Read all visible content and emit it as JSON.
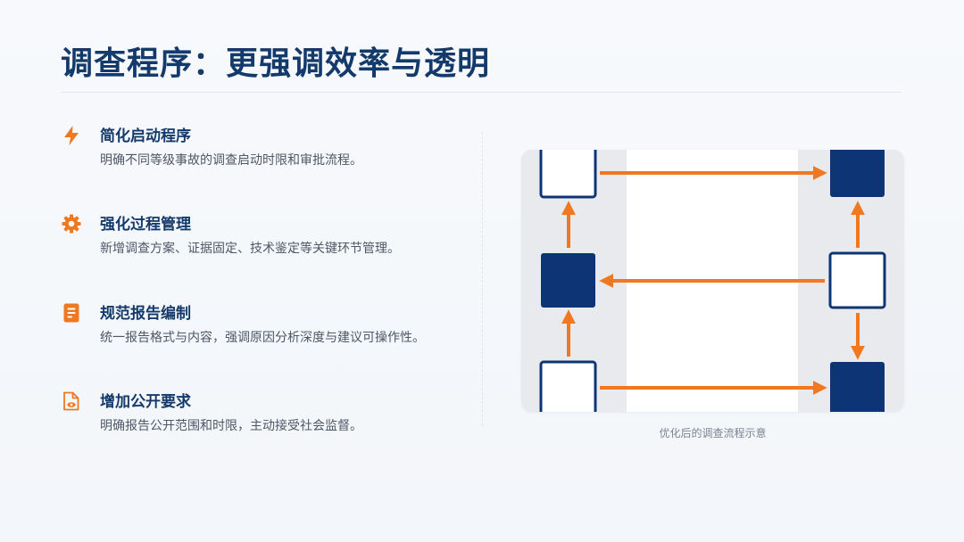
{
  "page": {
    "title": "调查程序：更强调效率与透明"
  },
  "features": [
    {
      "icon": "lightning-icon",
      "title": "简化启动程序",
      "description": "明确不同等级事故的调查启动时限和审批流程。"
    },
    {
      "icon": "gear-icon",
      "title": "强化过程管理",
      "description": "新增调查方案、证据固定、技术鉴定等关键环节管理。"
    },
    {
      "icon": "document-icon",
      "title": "规范报告编制",
      "description": "统一报告格式与内容，强调原因分析深度与建议可操作性。"
    },
    {
      "icon": "document-eye-icon",
      "title": "增加公开要求",
      "description": "明确报告公开范围和时限，主动接受社会监督。"
    }
  ],
  "diagram": {
    "caption": "优化后的调查流程示意",
    "colors": {
      "navy": "#0d3575",
      "orange": "#f07820",
      "card_background": "#e8eaed",
      "center_panel": "#ffffff"
    }
  },
  "colors": {
    "title": "#143a6b",
    "accent": "#f07820",
    "body_text": "#4d5766"
  }
}
